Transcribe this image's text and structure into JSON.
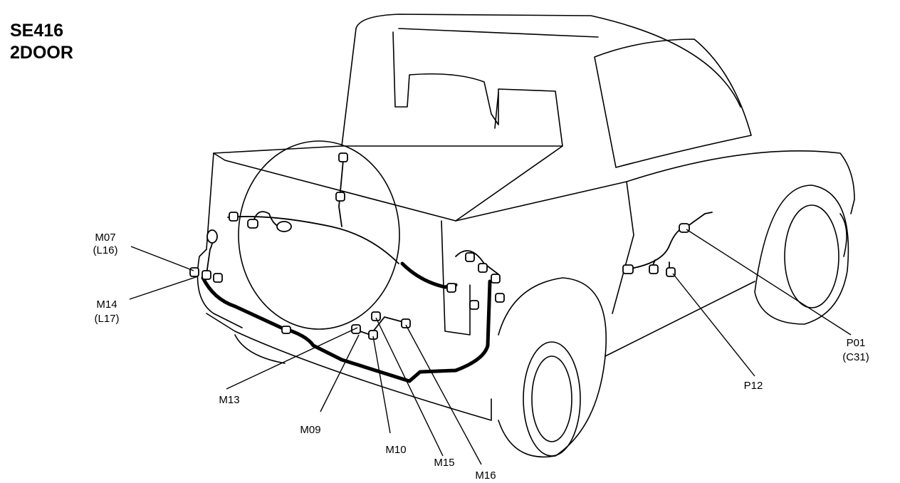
{
  "title": {
    "model": "SE416",
    "body": "2DOOR"
  },
  "connectors": [
    {
      "id": "M07",
      "sub": "(L16)"
    },
    {
      "id": "M14",
      "sub": "(L17)"
    },
    {
      "id": "M13",
      "sub": ""
    },
    {
      "id": "M09",
      "sub": ""
    },
    {
      "id": "M10",
      "sub": ""
    },
    {
      "id": "M15",
      "sub": ""
    },
    {
      "id": "M16",
      "sub": ""
    },
    {
      "id": "P12",
      "sub": ""
    },
    {
      "id": "P01",
      "sub": "(C31)"
    }
  ]
}
